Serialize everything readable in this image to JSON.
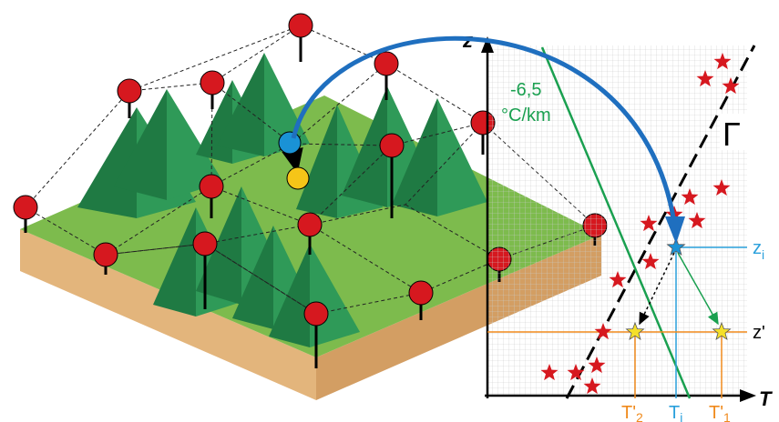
{
  "axes": {
    "z_label": "z",
    "t_label": "T"
  },
  "lapse_rate": {
    "value": "-6,5",
    "unit": "°C/km"
  },
  "gamma_label": "Γ",
  "level_labels": {
    "z_i": "zi",
    "z_prime": "z'"
  },
  "temperature_labels": {
    "t2_prime": "T'2",
    "t_i": "Ti",
    "t1_prime": "T'1"
  },
  "colors": {
    "grass_top": "#7dbb4d",
    "soil_side": "#e3b57c",
    "tree_dark": "#1f7a43",
    "tree_light": "#2f9a58",
    "station_red": "#d6181f",
    "target_blue": "#1a92d6",
    "target_yellow": "#f5c518",
    "arrow_blue": "#1f6fbf",
    "lapse_green": "#1aa050",
    "level_blue": "#2aa0dc",
    "level_orange": "#f08a1c",
    "grid": "#c8c8c8"
  }
}
